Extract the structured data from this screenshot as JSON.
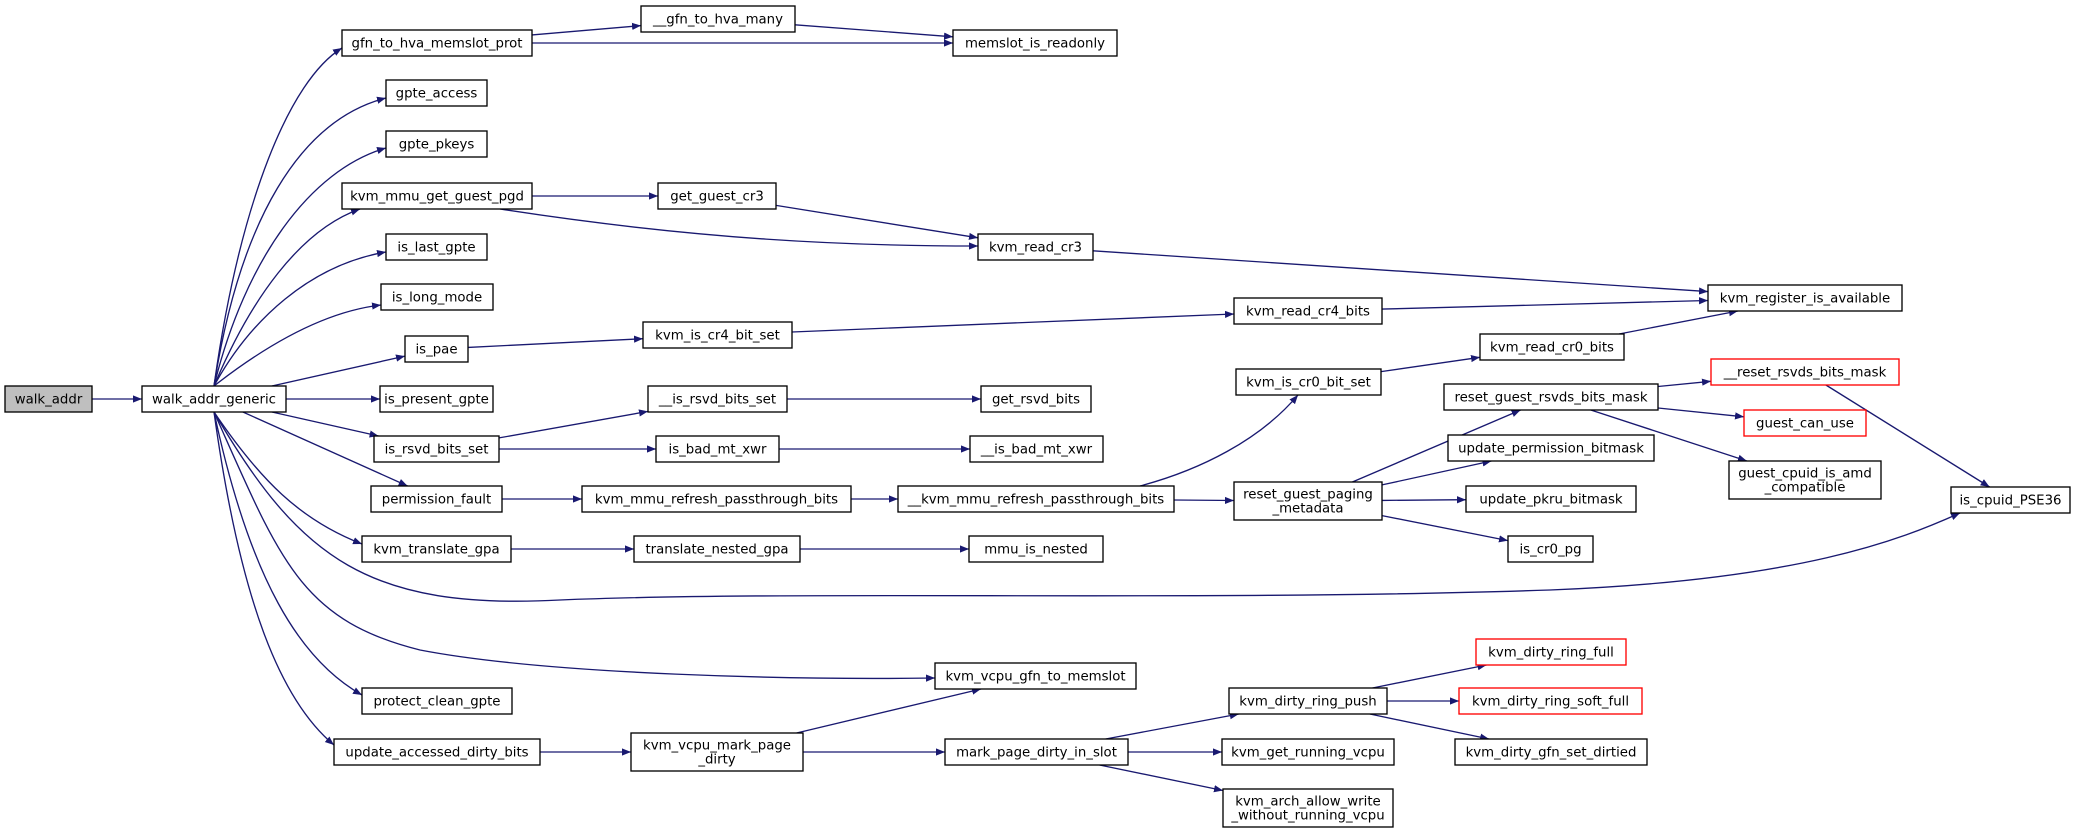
{
  "graph": {
    "colors": {
      "edge": "#191970",
      "root_fill": "#bfbfbf",
      "truncated_border": "#ff0000",
      "node_border": "#000000"
    },
    "nodes": [
      {
        "id": "walk_addr",
        "lines": [
          "walk_addr"
        ],
        "root": true
      },
      {
        "id": "walk_addr_generic",
        "lines": [
          "walk_addr_generic"
        ]
      },
      {
        "id": "gfn_to_hva_memslot_prot",
        "lines": [
          "gfn_to_hva_memslot_prot"
        ]
      },
      {
        "id": "__gfn_to_hva_many",
        "lines": [
          "__gfn_to_hva_many"
        ]
      },
      {
        "id": "memslot_is_readonly",
        "lines": [
          "memslot_is_readonly"
        ]
      },
      {
        "id": "gpte_access",
        "lines": [
          "gpte_access"
        ]
      },
      {
        "id": "gpte_pkeys",
        "lines": [
          "gpte_pkeys"
        ]
      },
      {
        "id": "kvm_mmu_get_guest_pgd",
        "lines": [
          "kvm_mmu_get_guest_pgd"
        ]
      },
      {
        "id": "get_guest_cr3",
        "lines": [
          "get_guest_cr3"
        ]
      },
      {
        "id": "kvm_read_cr3",
        "lines": [
          "kvm_read_cr3"
        ]
      },
      {
        "id": "kvm_register_is_available",
        "lines": [
          "kvm_register_is_available"
        ]
      },
      {
        "id": "is_last_gpte",
        "lines": [
          "is_last_gpte"
        ]
      },
      {
        "id": "is_long_mode",
        "lines": [
          "is_long_mode"
        ]
      },
      {
        "id": "is_pae",
        "lines": [
          "is_pae"
        ]
      },
      {
        "id": "kvm_is_cr4_bit_set",
        "lines": [
          "kvm_is_cr4_bit_set"
        ]
      },
      {
        "id": "kvm_read_cr4_bits",
        "lines": [
          "kvm_read_cr4_bits"
        ]
      },
      {
        "id": "is_present_gpte",
        "lines": [
          "is_present_gpte"
        ]
      },
      {
        "id": "is_rsvd_bits_set",
        "lines": [
          "is_rsvd_bits_set"
        ]
      },
      {
        "id": "__is_rsvd_bits_set",
        "lines": [
          "__is_rsvd_bits_set"
        ]
      },
      {
        "id": "get_rsvd_bits",
        "lines": [
          "get_rsvd_bits"
        ]
      },
      {
        "id": "is_bad_mt_xwr",
        "lines": [
          "is_bad_mt_xwr"
        ]
      },
      {
        "id": "__is_bad_mt_xwr",
        "lines": [
          "__is_bad_mt_xwr"
        ]
      },
      {
        "id": "permission_fault",
        "lines": [
          "permission_fault"
        ]
      },
      {
        "id": "kvm_mmu_refresh_passthrough_bits",
        "lines": [
          "kvm_mmu_refresh_passthrough_bits"
        ]
      },
      {
        "id": "__kvm_mmu_refresh_passthrough_bits",
        "lines": [
          "__kvm_mmu_refresh_passthrough_bits"
        ]
      },
      {
        "id": "kvm_is_cr0_bit_set",
        "lines": [
          "kvm_is_cr0_bit_set"
        ]
      },
      {
        "id": "kvm_read_cr0_bits",
        "lines": [
          "kvm_read_cr0_bits"
        ]
      },
      {
        "id": "reset_guest_paging_metadata",
        "lines": [
          "reset_guest_paging",
          "_metadata"
        ]
      },
      {
        "id": "reset_guest_rsvds_bits_mask",
        "lines": [
          "reset_guest_rsvds_bits_mask"
        ]
      },
      {
        "id": "__reset_rsvds_bits_mask",
        "lines": [
          "__reset_rsvds_bits_mask"
        ],
        "truncated": true
      },
      {
        "id": "guest_can_use",
        "lines": [
          "guest_can_use"
        ],
        "truncated": true
      },
      {
        "id": "guest_cpuid_is_amd_compatible",
        "lines": [
          "guest_cpuid_is_amd",
          "_compatible"
        ]
      },
      {
        "id": "update_permission_bitmask",
        "lines": [
          "update_permission_bitmask"
        ]
      },
      {
        "id": "update_pkru_bitmask",
        "lines": [
          "update_pkru_bitmask"
        ]
      },
      {
        "id": "is_cr0_pg",
        "lines": [
          "is_cr0_pg"
        ]
      },
      {
        "id": "is_cpuid_PSE36",
        "lines": [
          "is_cpuid_PSE36"
        ]
      },
      {
        "id": "kvm_translate_gpa",
        "lines": [
          "kvm_translate_gpa"
        ]
      },
      {
        "id": "translate_nested_gpa",
        "lines": [
          "translate_nested_gpa"
        ]
      },
      {
        "id": "mmu_is_nested",
        "lines": [
          "mmu_is_nested"
        ]
      },
      {
        "id": "kvm_vcpu_gfn_to_memslot",
        "lines": [
          "kvm_vcpu_gfn_to_memslot"
        ]
      },
      {
        "id": "protect_clean_gpte",
        "lines": [
          "protect_clean_gpte"
        ]
      },
      {
        "id": "update_accessed_dirty_bits",
        "lines": [
          "update_accessed_dirty_bits"
        ]
      },
      {
        "id": "kvm_vcpu_mark_page_dirty",
        "lines": [
          "kvm_vcpu_mark_page",
          "_dirty"
        ]
      },
      {
        "id": "mark_page_dirty_in_slot",
        "lines": [
          "mark_page_dirty_in_slot"
        ]
      },
      {
        "id": "kvm_dirty_ring_push",
        "lines": [
          "kvm_dirty_ring_push"
        ]
      },
      {
        "id": "kvm_dirty_ring_full",
        "lines": [
          "kvm_dirty_ring_full"
        ],
        "truncated": true
      },
      {
        "id": "kvm_dirty_ring_soft_full",
        "lines": [
          "kvm_dirty_ring_soft_full"
        ],
        "truncated": true
      },
      {
        "id": "kvm_dirty_gfn_set_dirtied",
        "lines": [
          "kvm_dirty_gfn_set_dirtied"
        ]
      },
      {
        "id": "kvm_get_running_vcpu",
        "lines": [
          "kvm_get_running_vcpu"
        ]
      },
      {
        "id": "kvm_arch_allow_write_without_running_vcpu",
        "lines": [
          "kvm_arch_allow_write",
          "_without_running_vcpu"
        ]
      }
    ],
    "edges": [
      [
        "walk_addr",
        "walk_addr_generic"
      ],
      [
        "walk_addr_generic",
        "gfn_to_hva_memslot_prot"
      ],
      [
        "walk_addr_generic",
        "gpte_access"
      ],
      [
        "walk_addr_generic",
        "gpte_pkeys"
      ],
      [
        "walk_addr_generic",
        "kvm_mmu_get_guest_pgd"
      ],
      [
        "walk_addr_generic",
        "is_last_gpte"
      ],
      [
        "walk_addr_generic",
        "is_long_mode"
      ],
      [
        "walk_addr_generic",
        "is_pae"
      ],
      [
        "walk_addr_generic",
        "is_present_gpte"
      ],
      [
        "walk_addr_generic",
        "is_rsvd_bits_set"
      ],
      [
        "walk_addr_generic",
        "permission_fault"
      ],
      [
        "walk_addr_generic",
        "kvm_translate_gpa"
      ],
      [
        "walk_addr_generic",
        "is_cpuid_PSE36"
      ],
      [
        "walk_addr_generic",
        "kvm_vcpu_gfn_to_memslot"
      ],
      [
        "walk_addr_generic",
        "protect_clean_gpte"
      ],
      [
        "walk_addr_generic",
        "update_accessed_dirty_bits"
      ],
      [
        "gfn_to_hva_memslot_prot",
        "__gfn_to_hva_many"
      ],
      [
        "gfn_to_hva_memslot_prot",
        "memslot_is_readonly"
      ],
      [
        "__gfn_to_hva_many",
        "memslot_is_readonly"
      ],
      [
        "kvm_mmu_get_guest_pgd",
        "get_guest_cr3"
      ],
      [
        "kvm_mmu_get_guest_pgd",
        "kvm_read_cr3"
      ],
      [
        "get_guest_cr3",
        "kvm_read_cr3"
      ],
      [
        "kvm_read_cr3",
        "kvm_register_is_available"
      ],
      [
        "is_pae",
        "kvm_is_cr4_bit_set"
      ],
      [
        "kvm_is_cr4_bit_set",
        "kvm_read_cr4_bits"
      ],
      [
        "kvm_read_cr4_bits",
        "kvm_register_is_available"
      ],
      [
        "is_rsvd_bits_set",
        "__is_rsvd_bits_set"
      ],
      [
        "is_rsvd_bits_set",
        "is_bad_mt_xwr"
      ],
      [
        "__is_rsvd_bits_set",
        "get_rsvd_bits"
      ],
      [
        "is_bad_mt_xwr",
        "__is_bad_mt_xwr"
      ],
      [
        "permission_fault",
        "kvm_mmu_refresh_passthrough_bits"
      ],
      [
        "kvm_mmu_refresh_passthrough_bits",
        "__kvm_mmu_refresh_passthrough_bits"
      ],
      [
        "__kvm_mmu_refresh_passthrough_bits",
        "kvm_is_cr0_bit_set"
      ],
      [
        "__kvm_mmu_refresh_passthrough_bits",
        "reset_guest_paging_metadata"
      ],
      [
        "kvm_is_cr0_bit_set",
        "kvm_read_cr0_bits"
      ],
      [
        "kvm_read_cr0_bits",
        "kvm_register_is_available"
      ],
      [
        "reset_guest_paging_metadata",
        "reset_guest_rsvds_bits_mask"
      ],
      [
        "reset_guest_paging_metadata",
        "update_permission_bitmask"
      ],
      [
        "reset_guest_paging_metadata",
        "update_pkru_bitmask"
      ],
      [
        "reset_guest_paging_metadata",
        "is_cr0_pg"
      ],
      [
        "reset_guest_rsvds_bits_mask",
        "__reset_rsvds_bits_mask"
      ],
      [
        "reset_guest_rsvds_bits_mask",
        "guest_can_use"
      ],
      [
        "reset_guest_rsvds_bits_mask",
        "guest_cpuid_is_amd_compatible"
      ],
      [
        "__reset_rsvds_bits_mask",
        "is_cpuid_PSE36"
      ],
      [
        "kvm_translate_gpa",
        "translate_nested_gpa"
      ],
      [
        "translate_nested_gpa",
        "mmu_is_nested"
      ],
      [
        "update_accessed_dirty_bits",
        "kvm_vcpu_mark_page_dirty"
      ],
      [
        "kvm_vcpu_mark_page_dirty",
        "kvm_vcpu_gfn_to_memslot"
      ],
      [
        "kvm_vcpu_mark_page_dirty",
        "mark_page_dirty_in_slot"
      ],
      [
        "mark_page_dirty_in_slot",
        "kvm_dirty_ring_push"
      ],
      [
        "mark_page_dirty_in_slot",
        "kvm_get_running_vcpu"
      ],
      [
        "mark_page_dirty_in_slot",
        "kvm_arch_allow_write_without_running_vcpu"
      ],
      [
        "kvm_dirty_ring_push",
        "kvm_dirty_ring_full"
      ],
      [
        "kvm_dirty_ring_push",
        "kvm_dirty_ring_soft_full"
      ],
      [
        "kvm_dirty_ring_push",
        "kvm_dirty_gfn_set_dirtied"
      ]
    ]
  }
}
